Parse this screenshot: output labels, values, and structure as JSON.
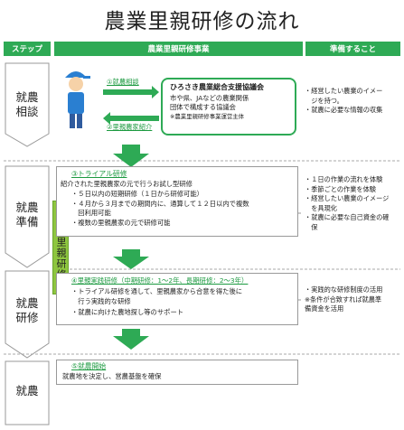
{
  "title": "農業里親研修の流れ",
  "headers": {
    "step": "ステップ",
    "main": "農業里親研修事業",
    "prep": "準備すること"
  },
  "steps": [
    {
      "label_1": "就農",
      "label_2": "相談"
    },
    {
      "label_1": "就農",
      "label_2": "準備"
    },
    {
      "label_1": "就農",
      "label_2": "研修"
    },
    {
      "label_1": "就農",
      "label_2": ""
    }
  ],
  "consult": {
    "arrow1_label": "①就農相談",
    "arrow2_label": "②里親農家紹介",
    "council_title": "ひろさき農業総合支援協議会",
    "council_lines": [
      "市や県、JAなどの農業関係",
      "団体で構成する協議会"
    ],
    "council_note": "※農業里親研修事業運営主体"
  },
  "training_badge": "農業里親研修",
  "trial": {
    "title": "③トライアル研修",
    "lines": [
      "紹介された里親農家の元で行うお試し型研修",
      "・５日以内の短期研修（１日から研修可能）",
      "・４月から３月までの期間内に、通算して１２日以内で複数",
      "　回利用可能",
      "・複数の里親農家の元で研修可能"
    ]
  },
  "practical": {
    "title": "④里親実践研修（中期研修：1～2年、長期研修：2～3年）",
    "lines": [
      "・トライアル研修を通して、里親農家から合意を得た後に",
      "　行う実践的な研修",
      "・就農に向けた農地探し等のサポート"
    ]
  },
  "start": {
    "title": "⑤就農開始",
    "lines": [
      "就農地を決定し、営農基盤を確保"
    ]
  },
  "prep": {
    "consult": [
      "・経営したい農業のイメー",
      "　ジを持つ。",
      "・就農に必要な情報の収集"
    ],
    "trial": [
      "・１日の作業の流れを体験",
      "・季節ごとの作業を体験",
      "・経営したい農業のイメージ",
      "　を具現化",
      "・就農に必要な自己資金の確",
      "　保"
    ],
    "practical": [
      "・実践的な研修制度の活用",
      "※条件が合致すれば就農準",
      "備資金を活用"
    ]
  },
  "colors": {
    "accent_green": "#2eaa55",
    "arrow_green": "#2eaa55",
    "council_border": "#2eaa55"
  }
}
